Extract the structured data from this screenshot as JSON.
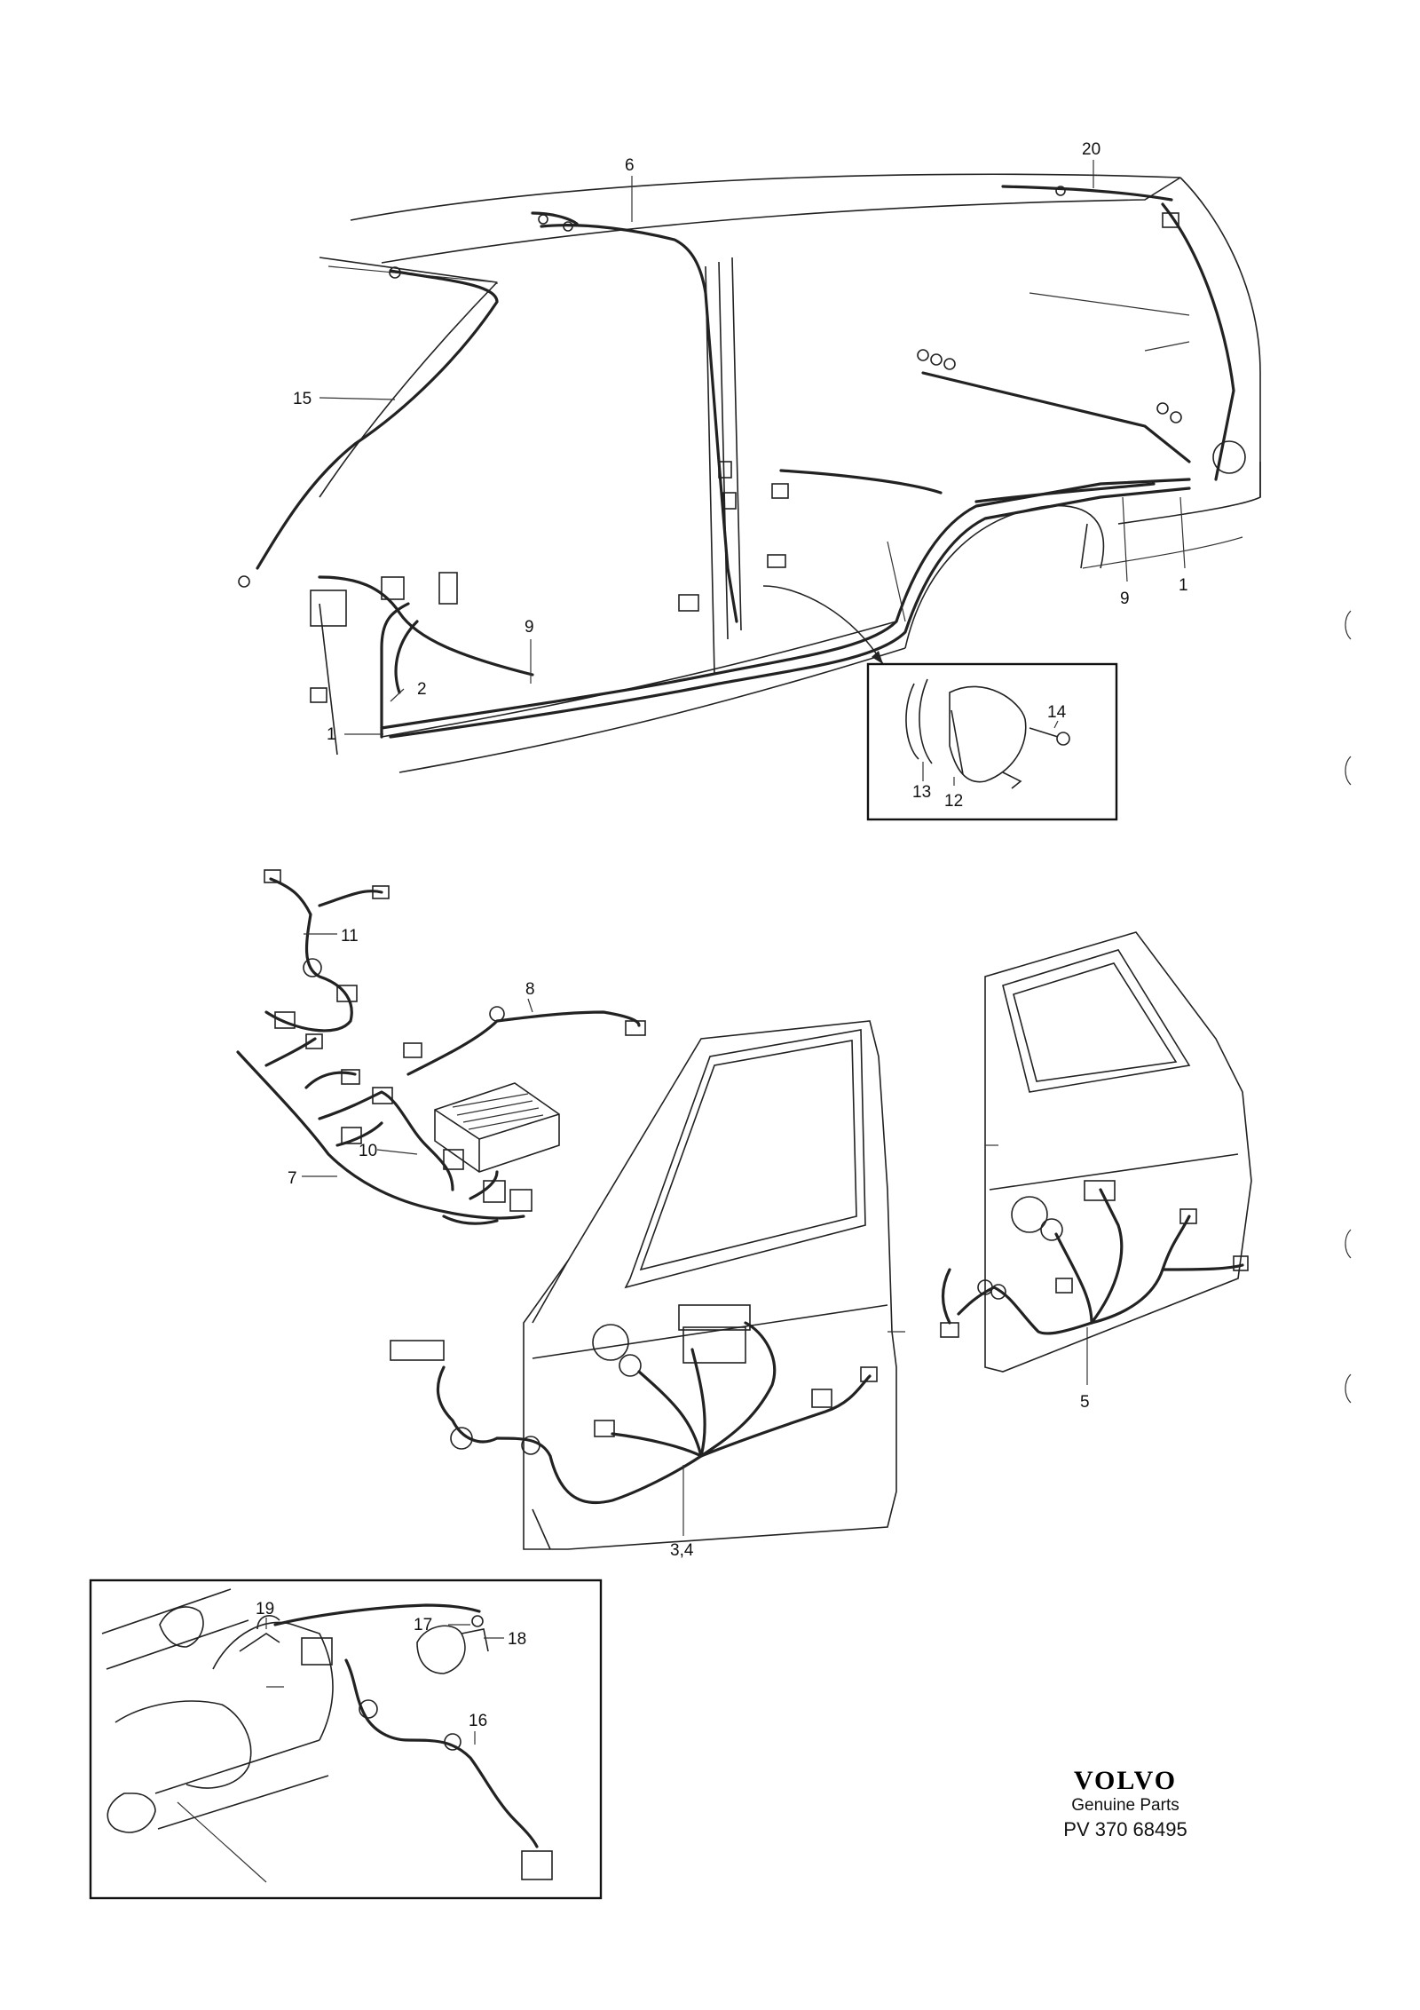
{
  "labels": {
    "l1a": "1",
    "l1b": "1",
    "l2": "2",
    "l34": "3,4",
    "l5": "5",
    "l6": "6",
    "l7": "7",
    "l8": "8",
    "l9a": "9",
    "l9b": "9",
    "l10": "10",
    "l11": "11",
    "l12": "12",
    "l13": "13",
    "l14": "14",
    "l15": "15",
    "l16": "16",
    "l17": "17",
    "l18": "18",
    "l19": "19",
    "l20": "20"
  },
  "brand": {
    "logo": "VOLVO",
    "subtitle": "Genuine Parts",
    "code": "PV 370 68495"
  },
  "colors": {
    "ink": "#222222",
    "paper": "#ffffff"
  }
}
